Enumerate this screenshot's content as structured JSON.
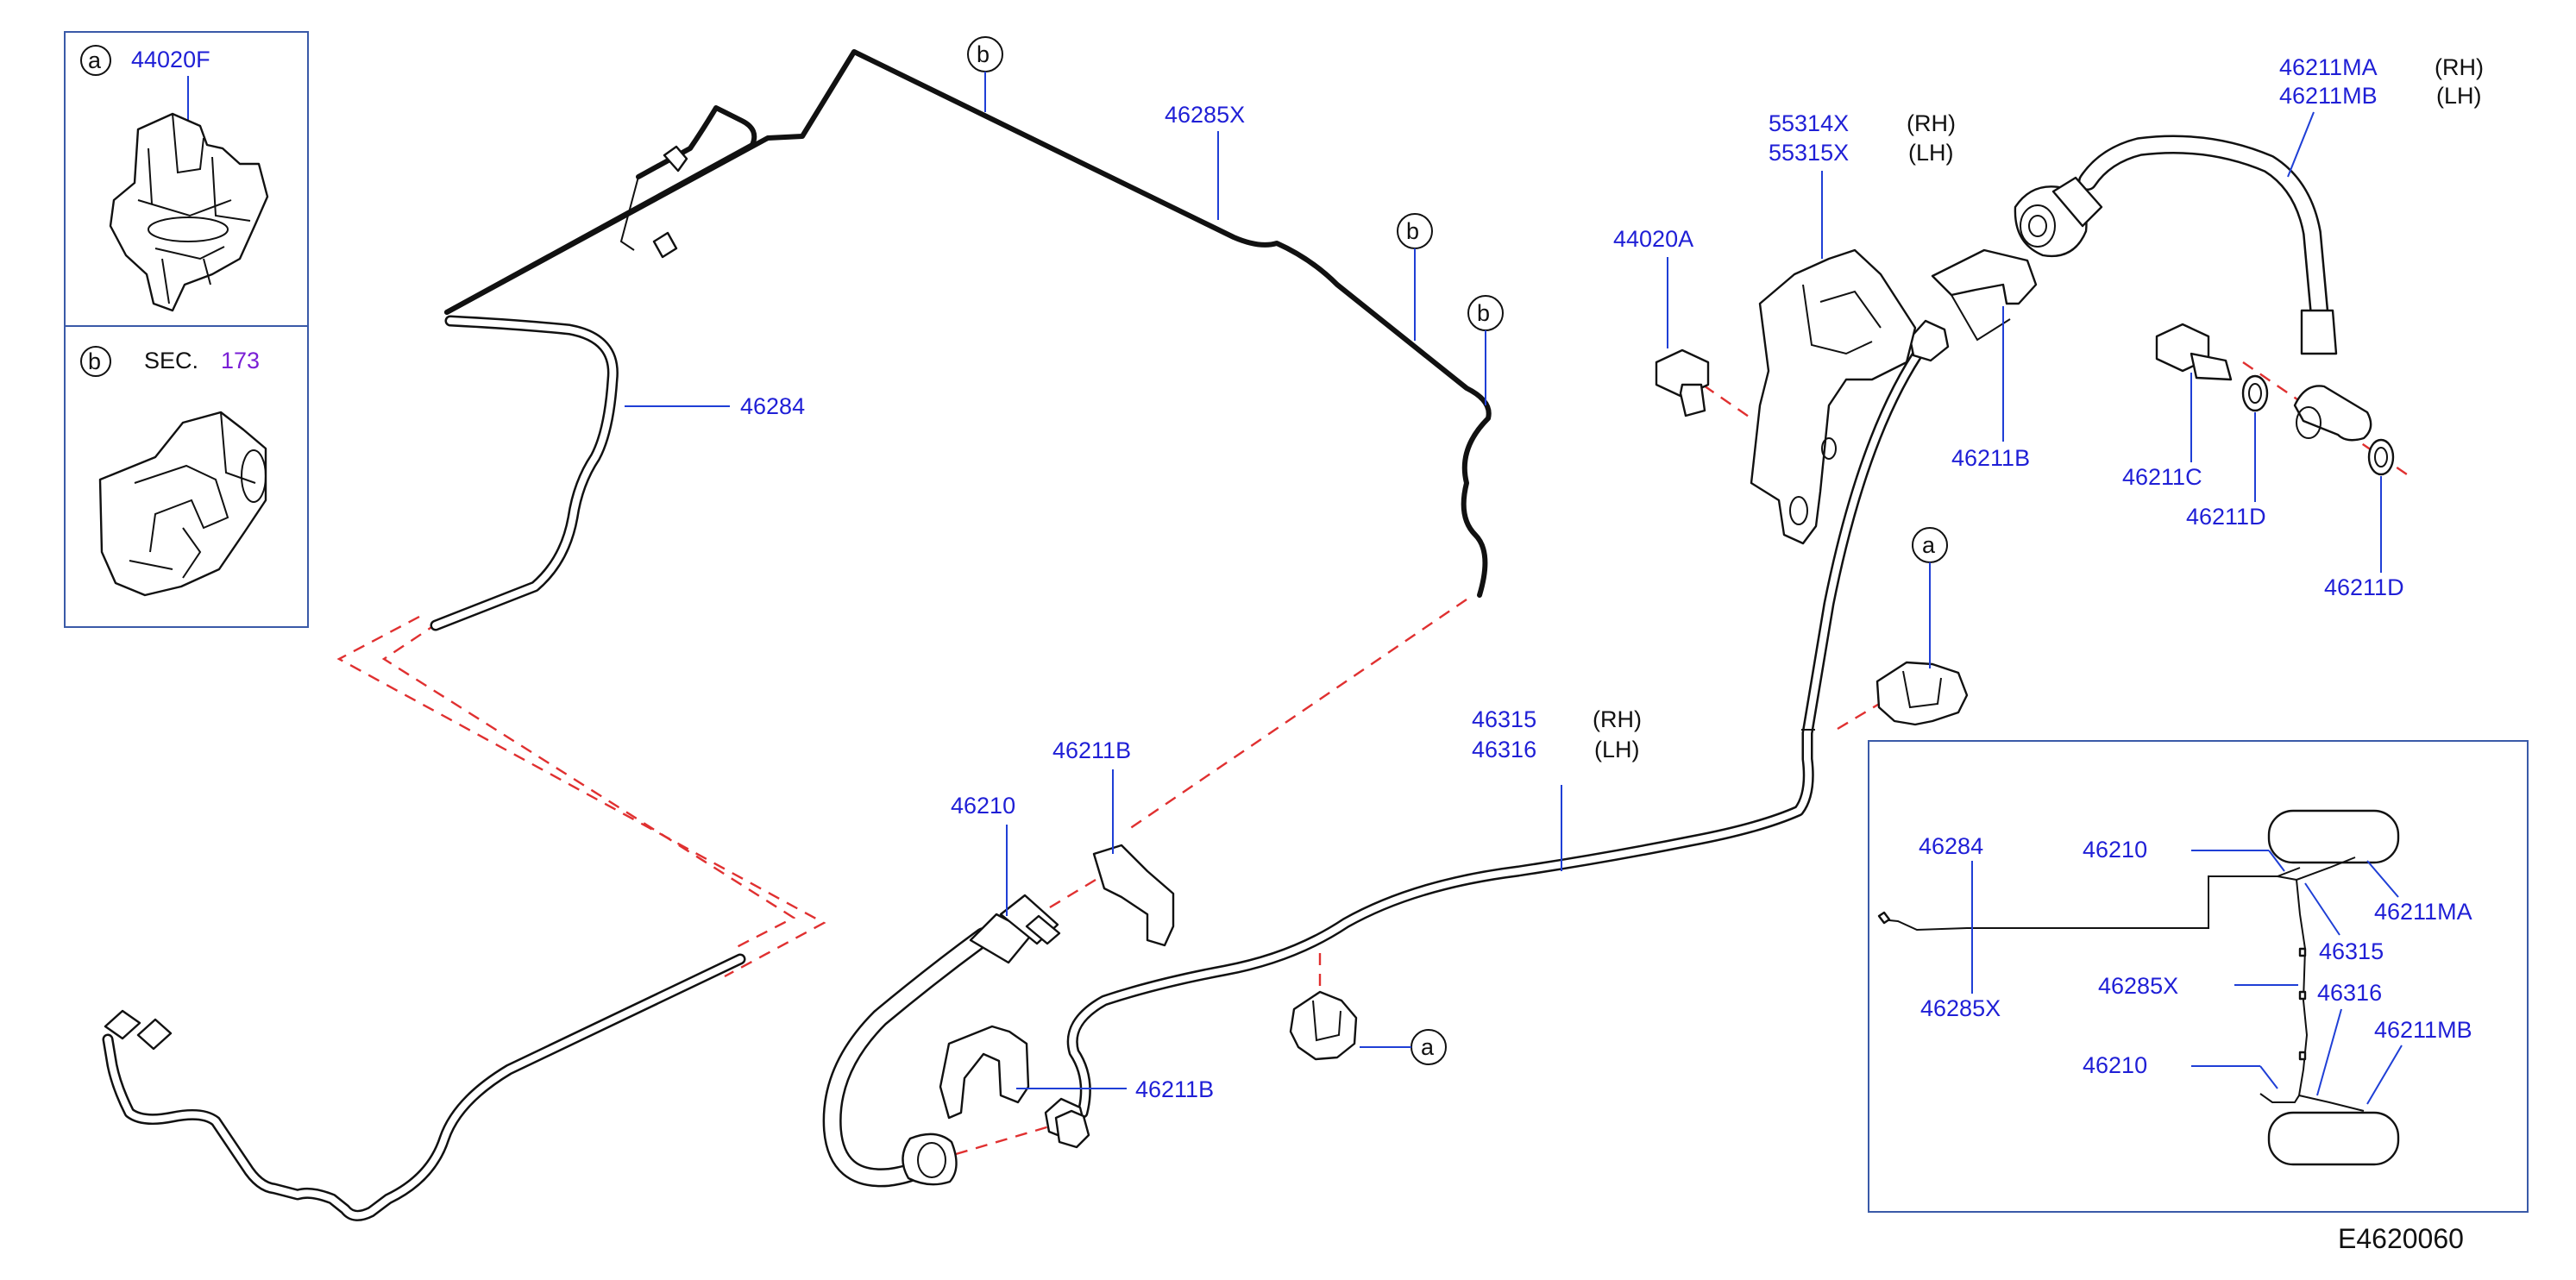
{
  "diagram_code": "E4620060",
  "callouts": {
    "a": "a",
    "b": "b"
  },
  "legend": {
    "a_part": "44020F",
    "b_prefix": "SEC.",
    "b_section": "173"
  },
  "parts": {
    "p46285X": "46285X",
    "p46284": "46284",
    "p55314X": "55314X",
    "p55315X": "55315X",
    "p44020A": "44020A",
    "p46211B": "46211B",
    "p46211MA": "46211MA",
    "p46211MB": "46211MB",
    "p46211C": "46211C",
    "p46211D": "46211D",
    "p46315": "46315",
    "p46316": "46316",
    "p46210": "46210"
  },
  "side": {
    "rh": "(RH)",
    "lh": "(LH)"
  },
  "colors": {
    "label": "#1f1fd6",
    "section": "#7a1fd6",
    "phantom": "#e03030",
    "frame": "#3a5aa8"
  }
}
